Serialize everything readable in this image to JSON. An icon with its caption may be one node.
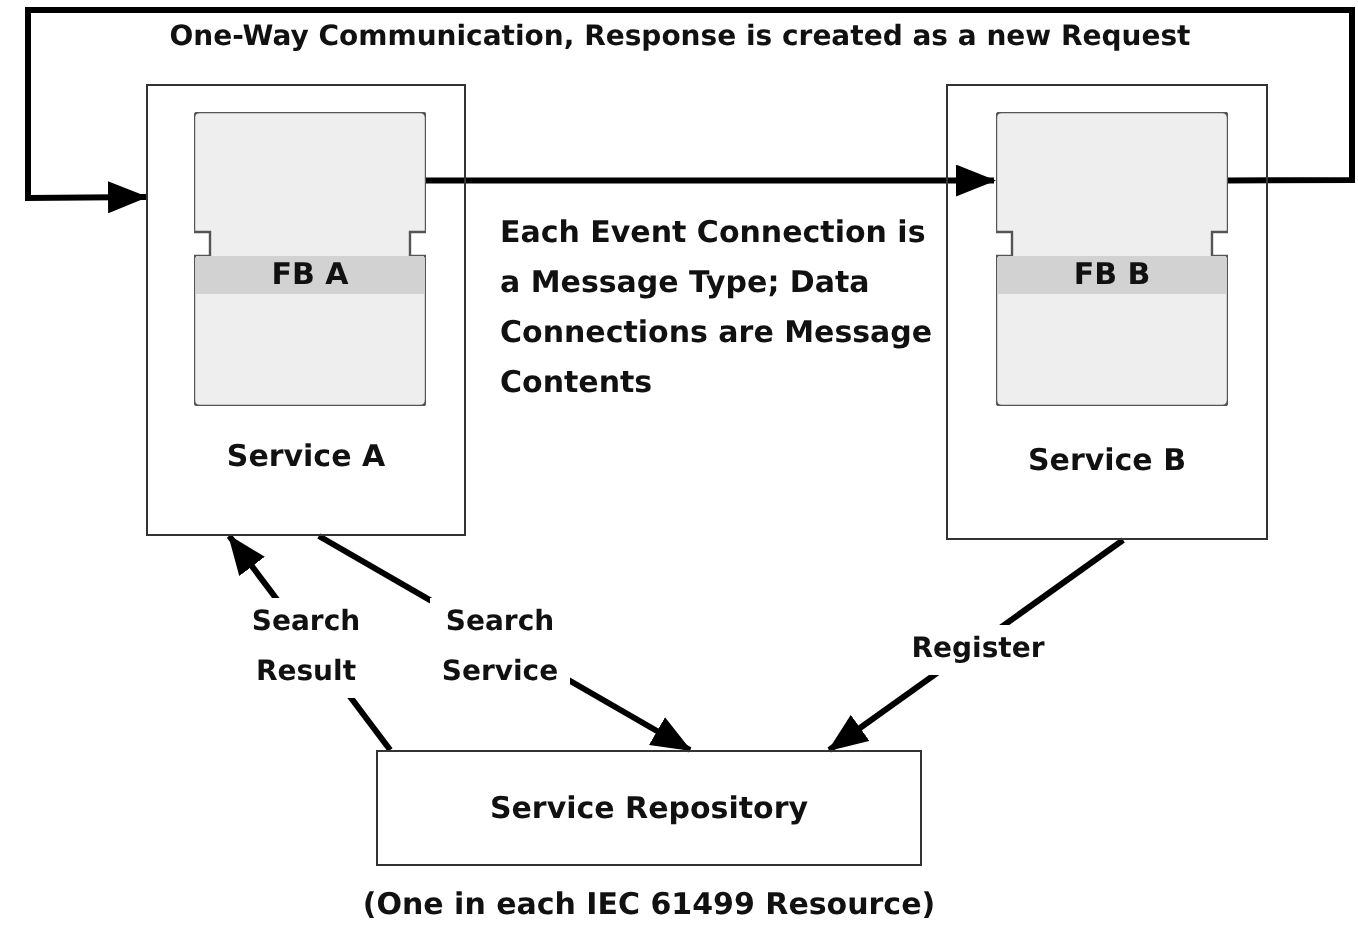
{
  "diagram": {
    "nodes": [
      {
        "text": [
          "Service A"
        ]
      },
      {
        "text": [
          "FB A"
        ],
        "in": 0
      },
      {
        "text": [
          "Service B"
        ]
      },
      {
        "text": [
          "FB B"
        ],
        "in": 2
      },
      {
        "text": [
          "Service Repository"
        ],
        "beside": [
          "(One in each IEC 61499 Resource)"
        ]
      }
    ],
    "edges": [
      {
        "from": 3,
        "to": 0,
        "arrow": "to",
        "label": "One-Way Communication, Response is created as a new Request"
      },
      {
        "from": 1,
        "to": 3,
        "arrow": "to"
      },
      {
        "from": 4,
        "to": 0,
        "arrow": "to",
        "label": "Search Result"
      },
      {
        "from": 0,
        "to": 4,
        "arrow": "to",
        "label": "Search Service"
      },
      {
        "from": 2,
        "to": 4,
        "arrow": "to",
        "label": "Register"
      }
    ],
    "labels": [
      "Each Event Connection is a Message Type; Data Connections are Message Contents"
    ]
  }
}
